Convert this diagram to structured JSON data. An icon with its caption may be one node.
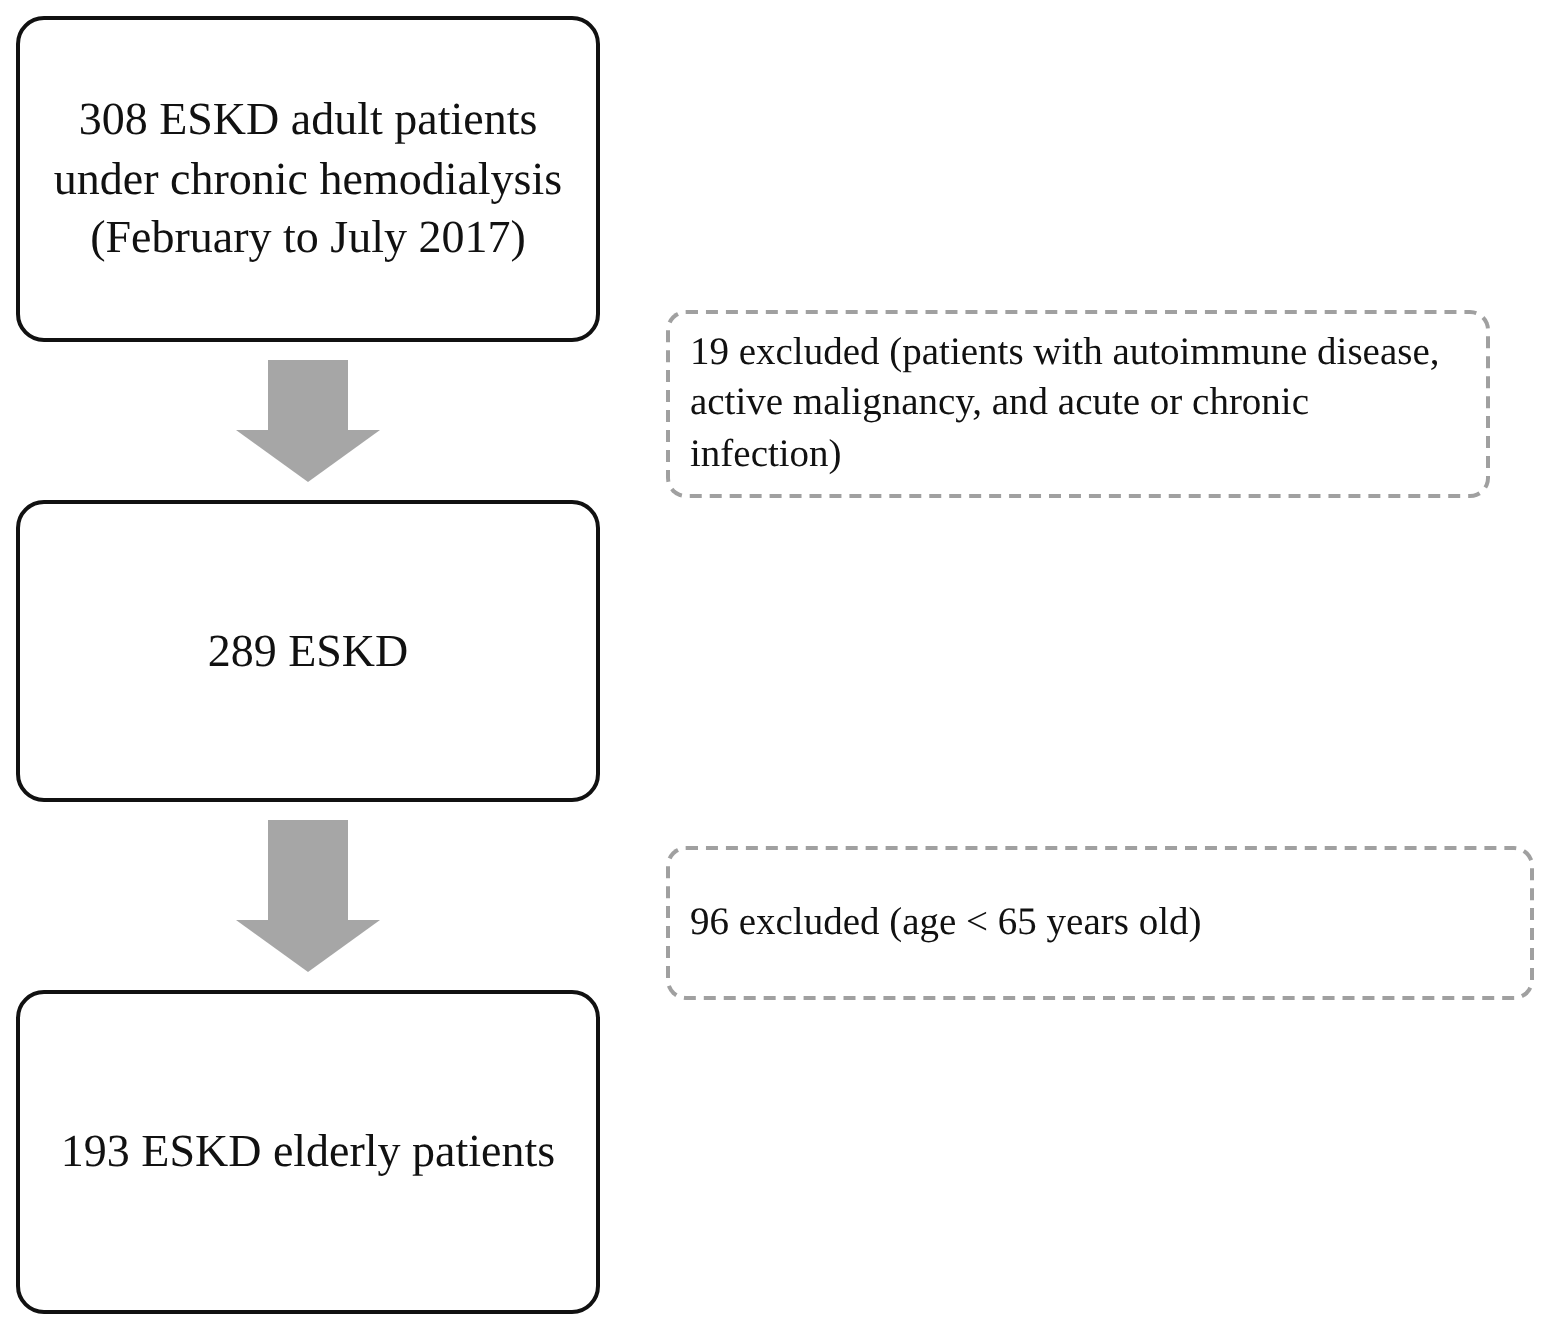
{
  "diagram": {
    "nodes": [
      {
        "text": [
          "308 ESKD adult patients under chronic hemodialysis (February to July 2017)"
        ]
      },
      {
        "text": [
          "19 excluded (patients with autoimmune disease, active malignancy, and acute or chronic infection)"
        ]
      },
      {
        "text": [
          "289 ESKD"
        ]
      },
      {
        "text": [
          "96 excluded (age < 65 years old)"
        ]
      },
      {
        "text": [
          "193 ESKD elderly patients"
        ]
      }
    ],
    "edges": [
      {
        "from": 0,
        "to": 2,
        "arrow": "to"
      },
      {
        "from": 2,
        "to": 4,
        "arrow": "to"
      }
    ]
  }
}
